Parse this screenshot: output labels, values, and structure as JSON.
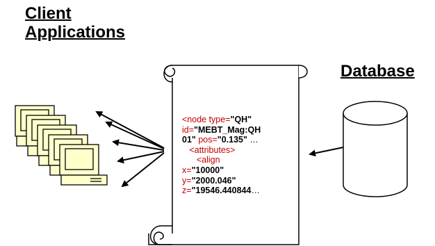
{
  "headings": {
    "client": [
      "Client",
      "Applications"
    ],
    "database": "Database"
  },
  "xml_lines": [
    [
      {
        "t": "<node type=",
        "c": "r"
      },
      {
        "t": "\"QH\"",
        "c": "b"
      }
    ],
    [
      {
        "t": "id=",
        "c": "r"
      },
      {
        "t": "\"MEBT_Mag:QH",
        "c": "b"
      }
    ],
    [
      {
        "t": "01\"",
        "c": "b"
      },
      {
        "t": " pos=",
        "c": "r"
      },
      {
        "t": "\"0.135\"",
        "c": "b"
      },
      {
        "t": " …",
        "c": "k"
      }
    ],
    [
      {
        "t": "   <attributes>",
        "c": "r"
      }
    ],
    [
      {
        "t": "      <align",
        "c": "r"
      }
    ],
    [
      {
        "t": "x=",
        "c": "r"
      },
      {
        "t": "\"10000\"",
        "c": "b"
      }
    ],
    [
      {
        "t": "y=",
        "c": "r"
      },
      {
        "t": "\"2000.046\"",
        "c": "b"
      }
    ],
    [
      {
        "t": "z=",
        "c": "r"
      },
      {
        "t": "\"19546.440844",
        "c": "b"
      },
      {
        "t": "…",
        "c": "k"
      }
    ]
  ],
  "colors": {
    "computer_fill": "#ffffcc",
    "xml_tag": "#c00000",
    "xml_value": "#000000",
    "stroke": "#000000"
  },
  "icons": {
    "computers": "desktop-computer-icon",
    "document": "scroll-icon",
    "database": "cylinder-database-icon"
  }
}
